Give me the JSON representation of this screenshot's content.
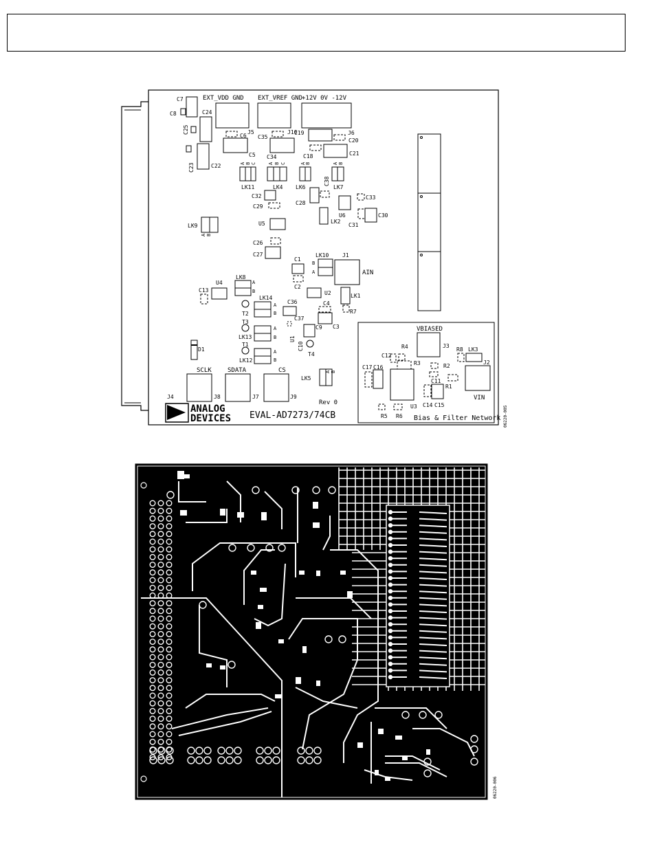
{
  "top_figure": {
    "id": "06220-005",
    "title": "EVAL-AD7273/74CB",
    "rev": "Rev 0",
    "logo_text": [
      "ANALOG",
      "DEVICES"
    ],
    "network_label": "Bias & Filter Network",
    "connector_labels": [
      {
        "text": "EXT_VDD GND"
      },
      {
        "text": "EXT_VREF GND"
      },
      {
        "text": "+12V  0V  -12V"
      },
      {
        "text": "VBIASED"
      },
      {
        "text": "AIN"
      },
      {
        "text": "VIN"
      },
      {
        "text": "SCLK"
      },
      {
        "text": "SDATA"
      },
      {
        "text": "CS"
      }
    ],
    "component_labels": [
      {
        "text": "C7"
      },
      {
        "text": "C8"
      },
      {
        "text": "C24"
      },
      {
        "text": "C25"
      },
      {
        "text": "C23"
      },
      {
        "text": "C22"
      },
      {
        "text": "C6"
      },
      {
        "text": "J5"
      },
      {
        "text": "C5"
      },
      {
        "text": "C35"
      },
      {
        "text": "J10"
      },
      {
        "text": "C34"
      },
      {
        "text": "C19"
      },
      {
        "text": "J6"
      },
      {
        "text": "C20"
      },
      {
        "text": "C18"
      },
      {
        "text": "C21"
      },
      {
        "text": "LK11"
      },
      {
        "text": "LK4"
      },
      {
        "text": "LK6"
      },
      {
        "text": "LK7"
      },
      {
        "text": "C38"
      },
      {
        "text": "C32"
      },
      {
        "text": "C29"
      },
      {
        "text": "C28"
      },
      {
        "text": "C33"
      },
      {
        "text": "U6"
      },
      {
        "text": "LK2"
      },
      {
        "text": "C31"
      },
      {
        "text": "C30"
      },
      {
        "text": "LK9"
      },
      {
        "text": "U5"
      },
      {
        "text": "C26"
      },
      {
        "text": "C27"
      },
      {
        "text": "LK10"
      },
      {
        "text": "J1"
      },
      {
        "text": "C1"
      },
      {
        "text": "C2"
      },
      {
        "text": "U2"
      },
      {
        "text": "LK1"
      },
      {
        "text": "LK8"
      },
      {
        "text": "U4"
      },
      {
        "text": "C13"
      },
      {
        "text": "LK14"
      },
      {
        "text": "T2"
      },
      {
        "text": "T3"
      },
      {
        "text": "C36"
      },
      {
        "text": "C4"
      },
      {
        "text": "R7"
      },
      {
        "text": "C37"
      },
      {
        "text": "C3"
      },
      {
        "text": "C9"
      },
      {
        "text": "LK13"
      },
      {
        "text": "U1"
      },
      {
        "text": "C10"
      },
      {
        "text": "T4"
      },
      {
        "text": "T1"
      },
      {
        "text": "LK12"
      },
      {
        "text": "D1"
      },
      {
        "text": "LK5"
      },
      {
        "text": "J4"
      },
      {
        "text": "J8"
      },
      {
        "text": "J7"
      },
      {
        "text": "J9"
      },
      {
        "text": "J3"
      },
      {
        "text": "R4"
      },
      {
        "text": "C12"
      },
      {
        "text": "R3"
      },
      {
        "text": "R8"
      },
      {
        "text": "LK3"
      },
      {
        "text": "J2"
      },
      {
        "text": "C17"
      },
      {
        "text": "C16"
      },
      {
        "text": "R2"
      },
      {
        "text": "C11"
      },
      {
        "text": "R1"
      },
      {
        "text": "C14"
      },
      {
        "text": "C15"
      },
      {
        "text": "U3"
      },
      {
        "text": "R5"
      },
      {
        "text": "R6"
      }
    ],
    "jumper_letters": [
      "A",
      "B",
      "C"
    ]
  },
  "bottom_figure": {
    "id": "06220-006"
  }
}
